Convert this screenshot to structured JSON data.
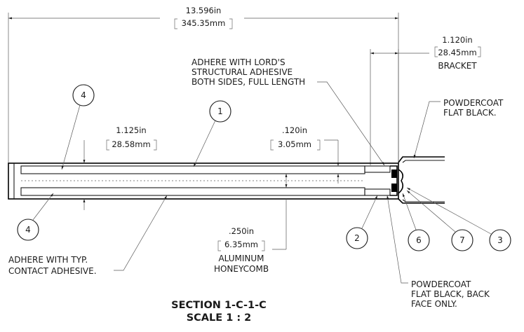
{
  "dimensions": {
    "overall": {
      "in": "13.596in",
      "mm": "345.35mm"
    },
    "bracket": {
      "in": "1.120in",
      "mm": "28.45mm",
      "label": "BRACKET"
    },
    "panel_thickness": {
      "in": "1.125in",
      "mm": "28.58mm"
    },
    "skin": {
      "in": ".120in",
      "mm": "3.05mm"
    },
    "core": {
      "in": ".250in",
      "mm": "6.35mm",
      "label_line1": "ALUMINUM",
      "label_line2": "HONEYCOMB"
    }
  },
  "notes": {
    "structural_adhesive": [
      "ADHERE WITH LORD'S",
      "STRUCTURAL ADHESIVE",
      "BOTH SIDES, FULL LENGTH"
    ],
    "powdercoat_top": [
      "POWDERCOAT",
      "FLAT BLACK."
    ],
    "contact_adhesive": [
      "ADHERE WITH TYP.",
      "CONTACT ADHESIVE."
    ],
    "powdercoat_back": [
      "POWDERCOAT",
      "FLAT BLACK, BACK",
      "FACE ONLY."
    ]
  },
  "balloons": {
    "b4_top": "4",
    "b1": "1",
    "b4_bottom": "4",
    "b2": "2",
    "b6": "6",
    "b7": "7",
    "b3": "3"
  },
  "title": {
    "line1": "SECTION 1-C-1-C",
    "line2": "SCALE 1 : 2"
  }
}
